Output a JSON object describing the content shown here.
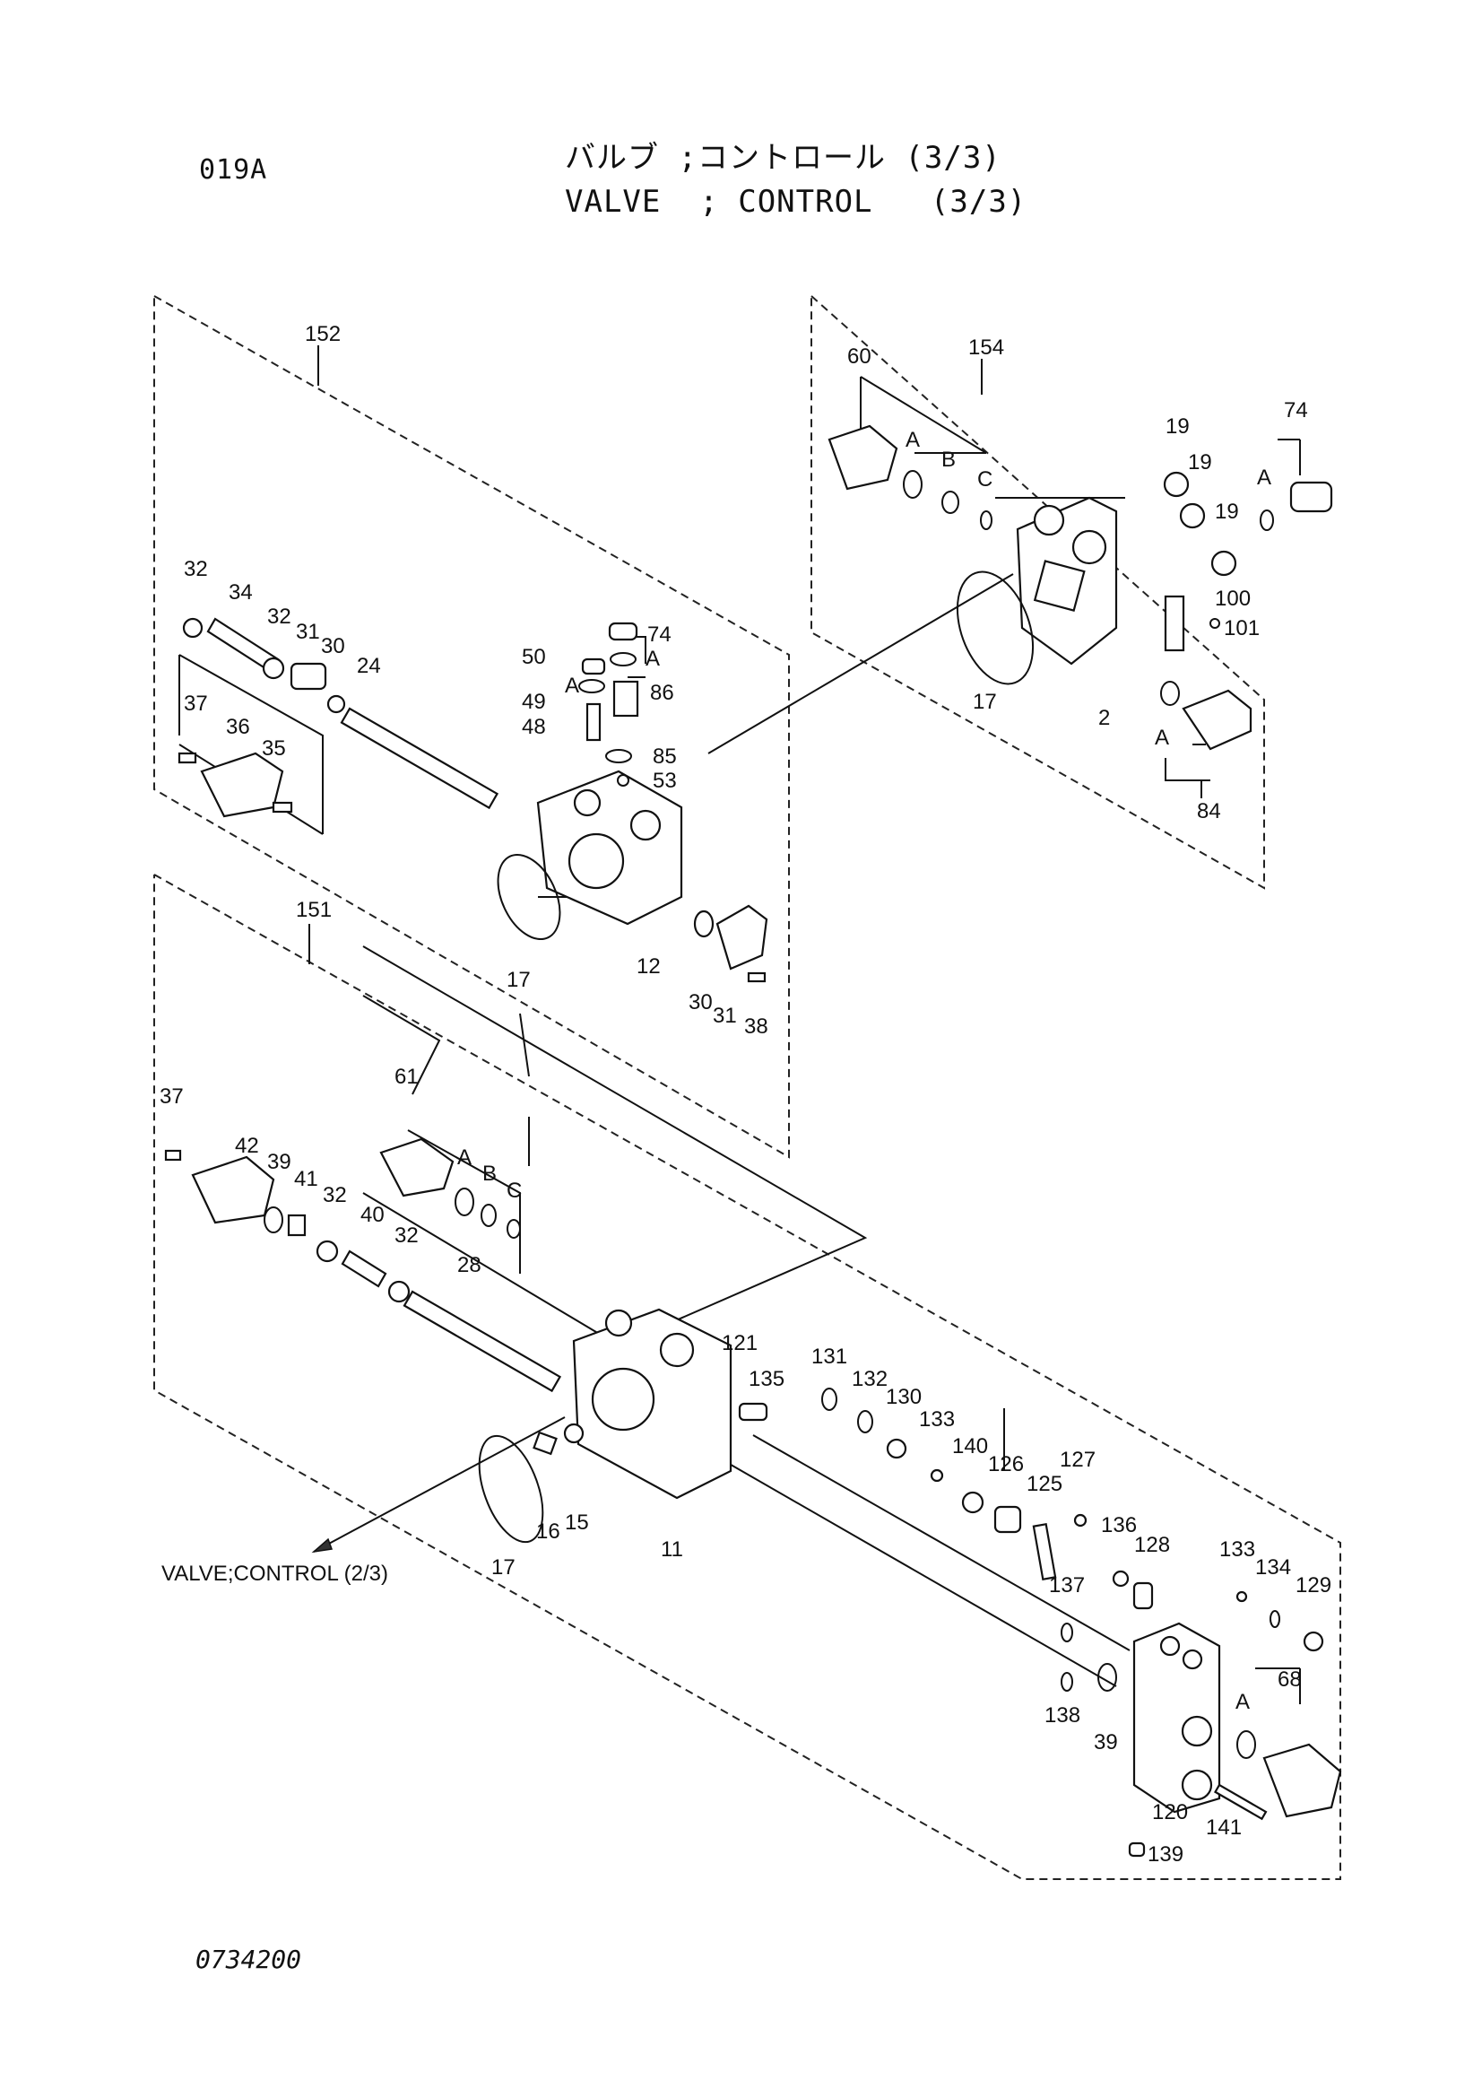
{
  "header": {
    "page_code": "019A",
    "title_jp": "バルブ ;コントロール (3/3)",
    "title_en": "VALVE  ; CONTROL   (3/3)"
  },
  "footer": {
    "drawing_number": "0734200"
  },
  "diagram": {
    "assemblies": {
      "a151": "151",
      "a152": "152",
      "a154": "154"
    },
    "reference_label": "VALVE;CONTROL (2/3)",
    "callouts": {
      "p2": "2",
      "p11": "11",
      "p12": "12",
      "p15": "15",
      "p16": "16",
      "p17": "17",
      "p19": "19",
      "p24": "24",
      "p28": "28",
      "p30": "30",
      "p31": "31",
      "p32": "32",
      "p34": "34",
      "p35": "35",
      "p36": "36",
      "p37": "37",
      "p38": "38",
      "p39": "39",
      "p40": "40",
      "p41": "41",
      "p42": "42",
      "p48": "48",
      "p49": "49",
      "p50": "50",
      "p53": "53",
      "p60": "60",
      "p61": "61",
      "p68": "68",
      "p74": "74",
      "p84": "84",
      "p85": "85",
      "p86": "86",
      "p100": "100",
      "p101": "101",
      "p120": "120",
      "p121": "121",
      "p125": "125",
      "p126": "126",
      "p127": "127",
      "p128": "128",
      "p129": "129",
      "p130": "130",
      "p131": "131",
      "p132": "132",
      "p133": "133",
      "p134": "134",
      "p135": "135",
      "p136": "136",
      "p137": "137",
      "p138": "138",
      "p139": "139",
      "p140": "140",
      "p141": "141"
    },
    "seal_letters": {
      "a": "A",
      "b": "B",
      "c": "C"
    }
  }
}
